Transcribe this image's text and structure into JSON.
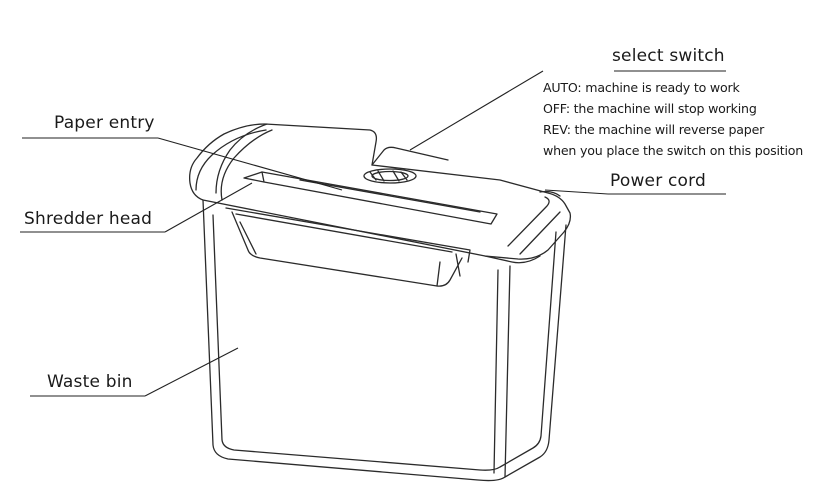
{
  "diagram": {
    "labels": {
      "select_switch": "select switch",
      "paper_entry": "Paper entry",
      "power_cord": "Power cord",
      "shredder_head": "Shredder head",
      "waste_bin": "Waste bin"
    },
    "switch_notes": [
      "AUTO: machine is ready to work",
      "OFF: the machine will stop working",
      "REV: the machine will reverse paper",
      "when you place the switch on this position"
    ]
  }
}
